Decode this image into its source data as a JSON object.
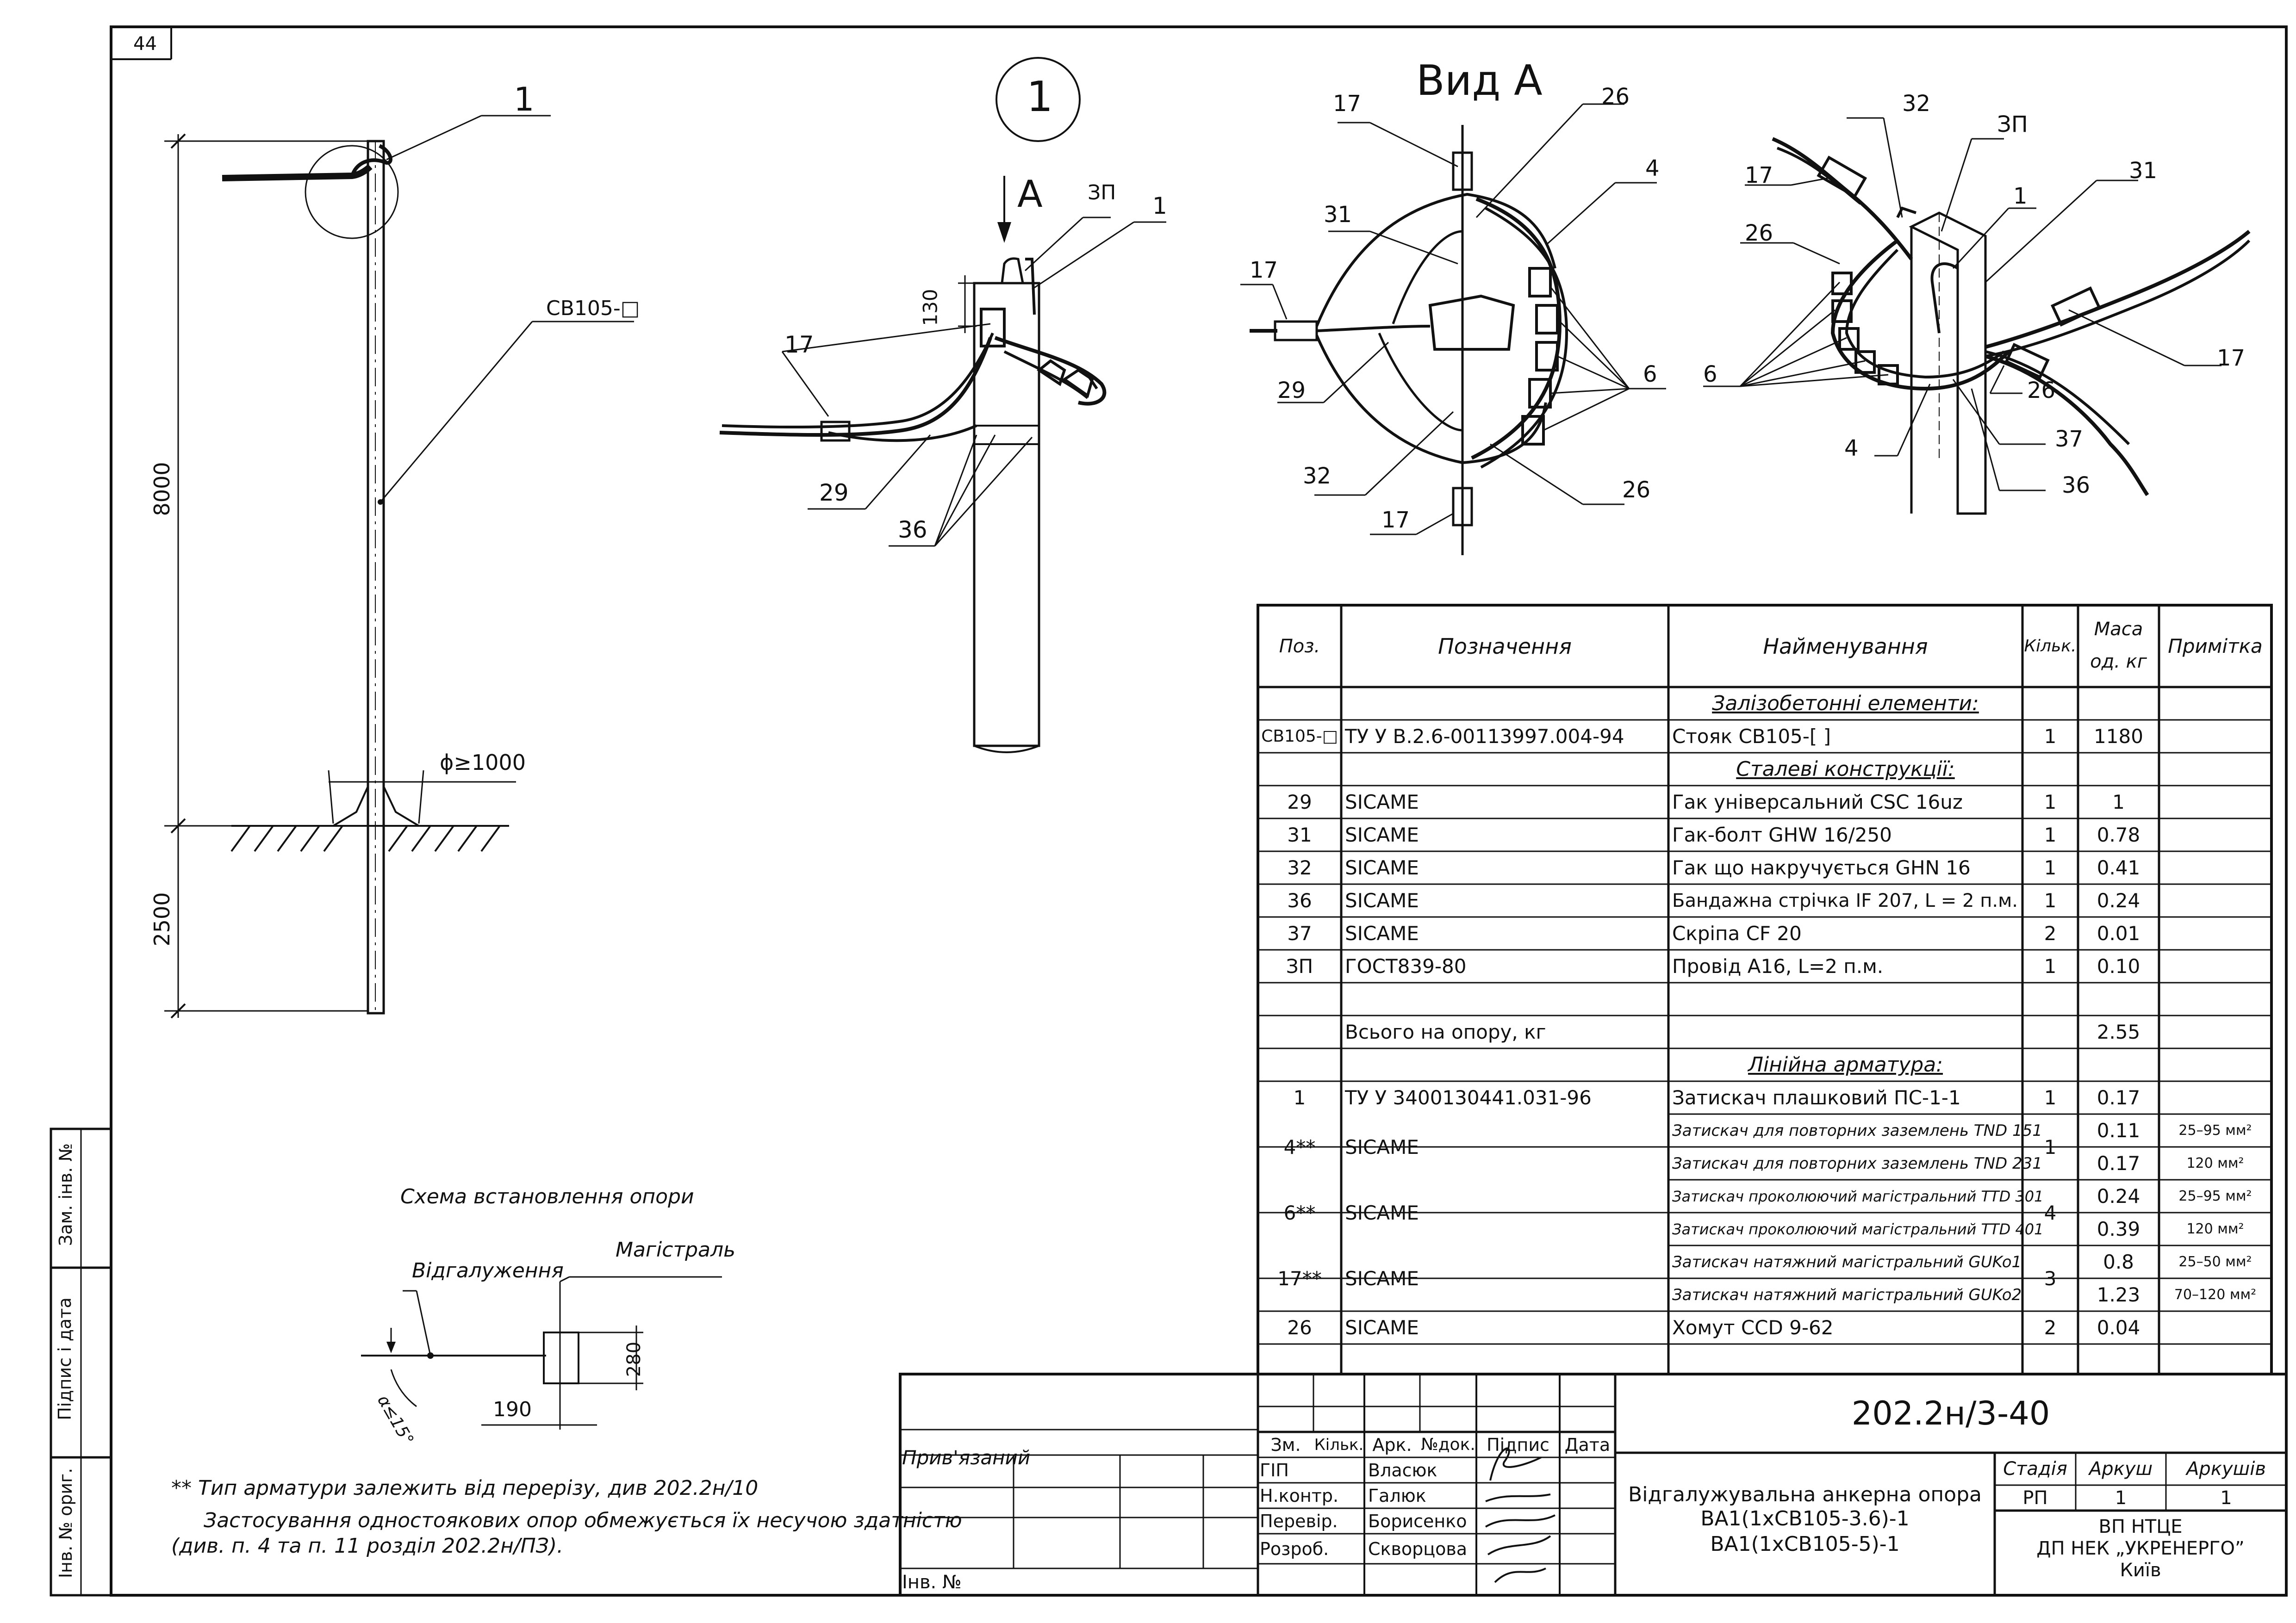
{
  "sheet_number": "44",
  "main_drawing": {
    "callout_label": "1",
    "pole_label": "СВ105-□",
    "dim_height_upper": "8000",
    "dim_height_lower": "2500",
    "dim_diameter": "ϕ≥1000"
  },
  "detail_side": {
    "title": "1",
    "view_arrow_label": "А",
    "dim_130": "130",
    "labels": {
      "zp": "ЗП",
      "p1": "1",
      "p17": "17",
      "p29": "29",
      "p36": "36"
    }
  },
  "view_a": {
    "title": "Вид А",
    "labels": {
      "p17a": "17",
      "p26a": "26",
      "p4": "4",
      "p31": "31",
      "p17b": "17",
      "p6": "6",
      "p29": "29",
      "p32": "32",
      "p26b": "26",
      "p17c": "17"
    }
  },
  "iso_view": {
    "labels": {
      "p32": "32",
      "zp": "ЗП",
      "p17a": "17",
      "p1": "1",
      "p31": "31",
      "p26a": "26",
      "p6": "6",
      "p17b": "17",
      "p26b": "26",
      "p37": "37",
      "p4": "4",
      "p36": "36"
    }
  },
  "scheme": {
    "title": "Схема встановлення опори",
    "branch_label": "Відгалуження",
    "main_label": "Магістраль",
    "dim_280": "280",
    "dim_190": "190",
    "angle_label": "α≤15°"
  },
  "notes": {
    "line1": "** Тип арматури залежить від перерізу, див 202.2н/10",
    "line2": "Застосування одностоякових опор обмежується їх несучою здатністю",
    "line3": "(див. п. 4 та п. 11 розділ 202.2н/ПЗ)."
  },
  "spec_table": {
    "headers": {
      "pos": "Поз.",
      "designation": "Позначення",
      "name": "Найменування",
      "qty": "Кільк.",
      "mass_line1": "Маса",
      "mass_line2": "од. кг",
      "note": "Примітка"
    },
    "sections": {
      "concrete": "Залізобетонні елементи:",
      "steel": "Сталеві конструкції:",
      "fittings": "Лінійна арматура:"
    },
    "concrete_rows": [
      {
        "pos": "СВ105-□",
        "designation": "ТУ У В.2.6-00113997.004-94",
        "name": "Стояк СВ105-[    ]",
        "qty": "1",
        "mass": "1180",
        "note": ""
      }
    ],
    "steel_rows": [
      {
        "pos": "29",
        "designation": "SICAME",
        "name": "Гак універсальний CSC 16uz",
        "qty": "1",
        "mass": "1",
        "note": ""
      },
      {
        "pos": "31",
        "designation": "SICAME",
        "name": "Гак-болт GHW 16/250",
        "qty": "1",
        "mass": "0.78",
        "note": ""
      },
      {
        "pos": "32",
        "designation": "SICAME",
        "name": "Гак що накручується GHN 16",
        "qty": "1",
        "mass": "0.41",
        "note": ""
      },
      {
        "pos": "36",
        "designation": "SICAME",
        "name": "Бандажна стрічка IF 207, L = 2 п.м.",
        "qty": "1",
        "mass": "0.24",
        "note": ""
      },
      {
        "pos": "37",
        "designation": "SICAME",
        "name": "Скріпа CF 20",
        "qty": "2",
        "mass": "0.01",
        "note": ""
      },
      {
        "pos": "ЗП",
        "designation": "ГОСТ839-80",
        "name": "Провід А16, L=2 п.м.",
        "qty": "1",
        "mass": "0.10",
        "note": ""
      }
    ],
    "total_label": "Всього на опору, кг",
    "total_mass": "2.55",
    "fitting_row_1": {
      "pos": "1",
      "designation": "ТУ У 3400130441.031-96",
      "name": "Затискач плашковий ПС-1-1",
      "qty": "1",
      "mass": "0.17",
      "note": ""
    },
    "group_4": {
      "pos": "4**",
      "designation": "SICAME",
      "qty": "1",
      "rows": [
        {
          "name": "Затискач для повторних заземлень TND 151",
          "mass": "0.11",
          "note": "25–95 мм²"
        },
        {
          "name": "Затискач для повторних заземлень TND 231",
          "mass": "0.17",
          "note": "120 мм²"
        }
      ]
    },
    "group_6": {
      "pos": "6**",
      "designation": "SICAME",
      "qty": "4",
      "rows": [
        {
          "name": "Затискач проколюючий магістральний TTD 301",
          "mass": "0.24",
          "note": "25–95 мм²"
        },
        {
          "name": "Затискач проколюючий магістральний TTD 401",
          "mass": "0.39",
          "note": "120 мм²"
        }
      ]
    },
    "group_17": {
      "pos": "17**",
      "designation": "SICAME",
      "qty": "3",
      "rows": [
        {
          "name": "Затискач натяжний магістральний GUKo1",
          "mass": "0.8",
          "note": "25–50 мм²"
        },
        {
          "name": "Затискач натяжний магістральний GUKo2",
          "mass": "1.23",
          "note": "70–120 мм²"
        }
      ]
    },
    "row_26": {
      "pos": "26",
      "designation": "SICAME",
      "name": "Хомут CCD 9-62",
      "qty": "2",
      "mass": "0.04",
      "note": ""
    }
  },
  "title_block": {
    "code": "202.2н/3-40",
    "header_cols": [
      "Зм.",
      "Кільк.",
      "Арк.",
      "№док.",
      "Підпис",
      "Дата"
    ],
    "people": [
      {
        "role": "ГІП",
        "name": "Власюк"
      },
      {
        "role": "Н.контр.",
        "name": "Галюк"
      },
      {
        "role": "Перевір.",
        "name": "Борисенко"
      },
      {
        "role": "Розроб.",
        "name": "Скворцова"
      }
    ],
    "description": [
      "Відгалужувальна анкерна опора",
      "ВА1(1хСВ105-3.6)-1",
      "ВА1(1хСВ105-5)-1"
    ],
    "stage_label": "Стадія",
    "sheet_label": "Аркуш",
    "sheets_label": "Аркушів",
    "stage": "РП",
    "sheet": "1",
    "sheets": "1",
    "org_line1": "ВП НТЦЕ",
    "org_line2": "ДП НЕК „УКРЕНЕРГО”",
    "org_line3": "Київ",
    "attached_label": "Прив'язаний",
    "inv_label": "Інв. №"
  },
  "side_stamps": [
    "Зам. інв. №",
    "Підпис і дата",
    "Інв. № ориг."
  ]
}
